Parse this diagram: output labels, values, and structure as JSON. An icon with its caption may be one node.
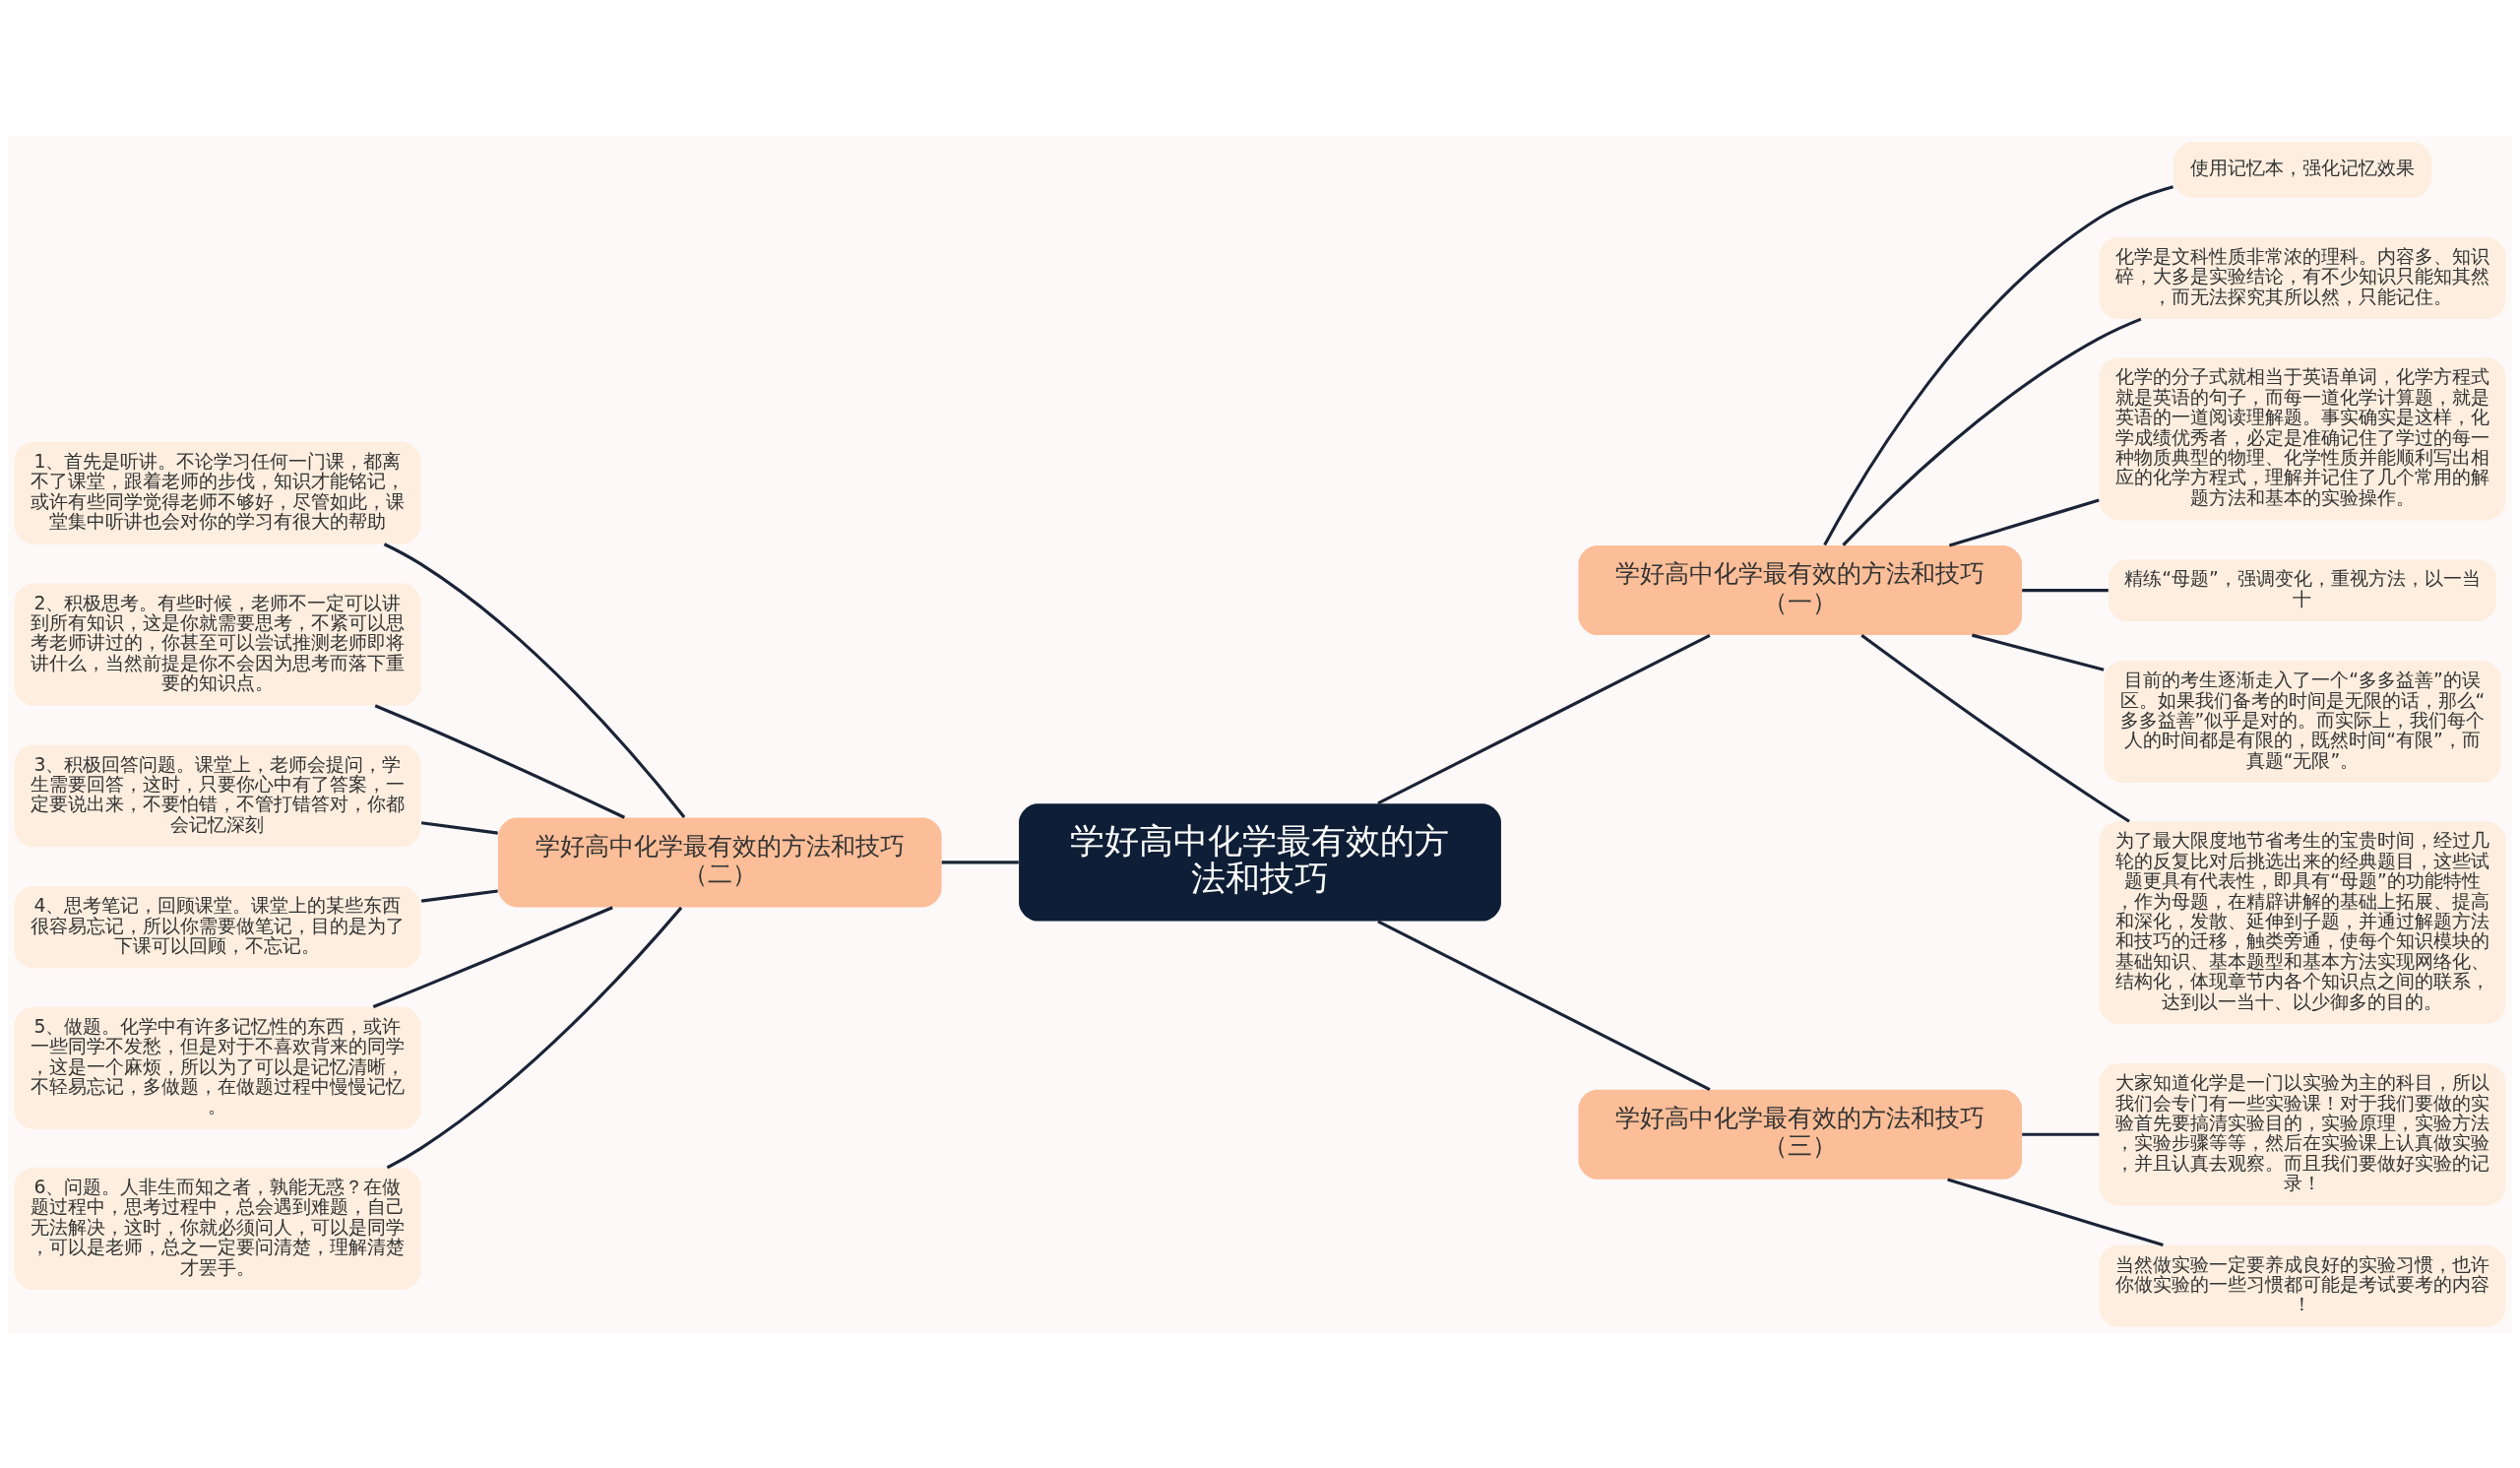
{
  "diagram": {
    "nodes": [
      {
        "text": [
          "学好高中化学最有效的方法和技巧"
        ]
      },
      {
        "text": [
          "学好高中化学最有效的方法和技巧（一）"
        ]
      },
      {
        "text": [
          "使用记忆本，强化记忆效果"
        ]
      },
      {
        "text": [
          "化学是文科性质非常浓的理科。内容多、知识碎，大多是实验结论，有不少知识只能知其然，而无法探究其所以然，只能记住。"
        ]
      },
      {
        "text": [
          "化学的分子式就相当于英语单词，化学方程式就是英语的句子，而每一道化学计算题，就是英语的一道阅读理解题。事实确实是这样，化学成绩优秀者，必定是准确记住了学过的每一种物质典型的物理、化学性质并能顺利写出相应的化学方程式，理解并记住了几个常用的解题方法和基本的实验操作。"
        ]
      },
      {
        "text": [
          "精练“母题”，强调变化，重视方法，以一当十"
        ]
      },
      {
        "text": [
          "目前的考生逐渐走入了一个“多多益善”的误区。如果我们备考的时间是无限的话，那么“多多益善”似乎是对的。而实际上，我们每个人的时间都是有限的，既然时间“有限”，而真题“无限”。"
        ]
      },
      {
        "text": [
          "为了最大限度地节省考生的宝贵时间，经过几轮的反复比对后挑选出来的经典题目，这些试题更具有代表性，即具有“母题”的功能特性，作为母题，在精辟讲解的基础上拓展、提高和深化，发散、延伸到子题，并通过解题方法和技巧的迁移，触类旁通，使每个知识模块的基础知识、基本题型和基本方法实现网络化、结构化，体现章节内各个知识点之间的联系，达到以一当十、以少御多的目的。"
        ]
      },
      {
        "text": [
          "学好高中化学最有效的方法和技巧（二）"
        ]
      },
      {
        "text": [
          "1、首先是听讲。不论学习任何一门课，都离不了课堂，跟着老师的步伐，知识才能铭记，或许有些同学觉得老师不够好，尽管如此，课堂集中听讲也会对你的学习有很大的帮助"
        ]
      },
      {
        "text": [
          "2、积极思考。有些时候，老师不一定可以讲到所有知识，这是你就需要思考，不紧可以思考老师讲过的，你甚至可以尝试推测老师即将讲什么，当然前提是你不会因为思考而落下重要的知识点。"
        ]
      },
      {
        "text": [
          "3、积极回答问题。课堂上，老师会提问，学生需要回答，这时，只要你心中有了答案，一定要说出来，不要怕错，不管打错答对，你都会记忆深刻"
        ]
      },
      {
        "text": [
          "4、思考笔记，回顾课堂。课堂上的某些东西很容易忘记，所以你需要做笔记，目的是为了下课可以回顾，不忘记。"
        ]
      },
      {
        "text": [
          "5、做题。化学中有许多记忆性的东西，或许一些同学不发愁，但是对于不喜欢背来的同学，这是一个麻烦，所以为了可以是记忆清晰，不轻易忘记，多做题，在做题过程中慢慢记忆。"
        ]
      },
      {
        "text": [
          "6、问题。人非生而知之者，孰能无惑？在做题过程中，思考过程中，总会遇到难题，自己无法解决，这时，你就必须问人，可以是同学，可以是老师，总之一定要问清楚，理解清楚才罢手。"
        ]
      },
      {
        "text": [
          "学好高中化学最有效的方法和技巧（三）"
        ]
      },
      {
        "text": [
          "大家知道化学是一门以实验为主的科目，所以我们会专门有一些实验课！对于我们要做的实验首先要搞清实验目的，实验原理，实验方法，实验步骤等等，然后在实验课上认真做实验，并且认真去观察。而且我们要做好实验的记录！"
        ]
      },
      {
        "text": [
          "当然做实验一定要养成良好的实验习惯，也许你做实验的一些习惯都可能是考试要考的内容！"
        ]
      }
    ],
    "edges": [
      {
        "from": 0,
        "to": 1,
        "arrow": "none"
      },
      {
        "from": 1,
        "to": 2,
        "arrow": "none"
      },
      {
        "from": 1,
        "to": 3,
        "arrow": "none"
      },
      {
        "from": 1,
        "to": 4,
        "arrow": "none"
      },
      {
        "from": 1,
        "to": 5,
        "arrow": "none"
      },
      {
        "from": 1,
        "to": 6,
        "arrow": "none"
      },
      {
        "from": 1,
        "to": 7,
        "arrow": "none"
      },
      {
        "from": 0,
        "to": 8,
        "arrow": "none"
      },
      {
        "from": 8,
        "to": 9,
        "arrow": "none"
      },
      {
        "from": 8,
        "to": 10,
        "arrow": "none"
      },
      {
        "from": 8,
        "to": 11,
        "arrow": "none"
      },
      {
        "from": 8,
        "to": 12,
        "arrow": "none"
      },
      {
        "from": 8,
        "to": 13,
        "arrow": "none"
      },
      {
        "from": 8,
        "to": 14,
        "arrow": "none"
      },
      {
        "from": 0,
        "to": 15,
        "arrow": "none"
      },
      {
        "from": 15,
        "to": 16,
        "arrow": "none"
      },
      {
        "from": 15,
        "to": 17,
        "arrow": "none"
      }
    ]
  }
}
